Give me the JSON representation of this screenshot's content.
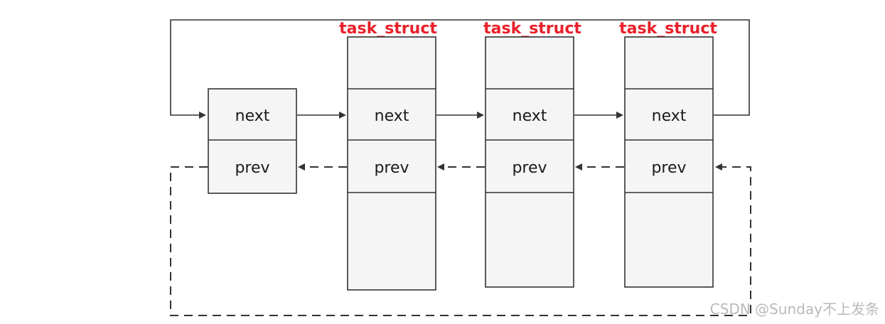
{
  "colors": {
    "title": "#e8202a",
    "stroke": "#333333",
    "box_fill": "#f5f5f5",
    "watermark": "#b9b9b9"
  },
  "head_node": {
    "fields": [
      "next",
      "prev"
    ]
  },
  "task_structs": [
    {
      "title": "task_struct",
      "fields": [
        "next",
        "prev"
      ]
    },
    {
      "title": "task_struct",
      "fields": [
        "next",
        "prev"
      ]
    },
    {
      "title": "task_struct",
      "fields": [
        "next",
        "prev"
      ]
    }
  ],
  "watermark": "CSDN @Sunday不上发条"
}
